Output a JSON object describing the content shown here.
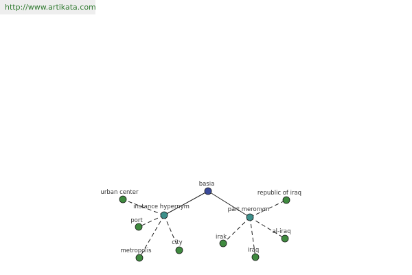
{
  "header": {
    "url": "http://www.artikata.com"
  },
  "diagram": {
    "colors": {
      "root": "#3a4a9a",
      "relation": "#3d8f8a",
      "leaf": "#3f8a3f",
      "stroke": "#1a1a1a"
    },
    "root": {
      "label": "basia"
    },
    "relations": [
      {
        "key": "instance_hypernym",
        "label": "instance hypernym",
        "leaves": [
          {
            "label": "urban center"
          },
          {
            "label": "port"
          },
          {
            "label": "metropolis"
          },
          {
            "label": "city"
          }
        ]
      },
      {
        "key": "part_meronym",
        "label": "part meronym",
        "leaves": [
          {
            "label": "republic of iraq"
          },
          {
            "label": "irak"
          },
          {
            "label": "iraq"
          },
          {
            "label": "al-iraq"
          }
        ]
      }
    ]
  }
}
